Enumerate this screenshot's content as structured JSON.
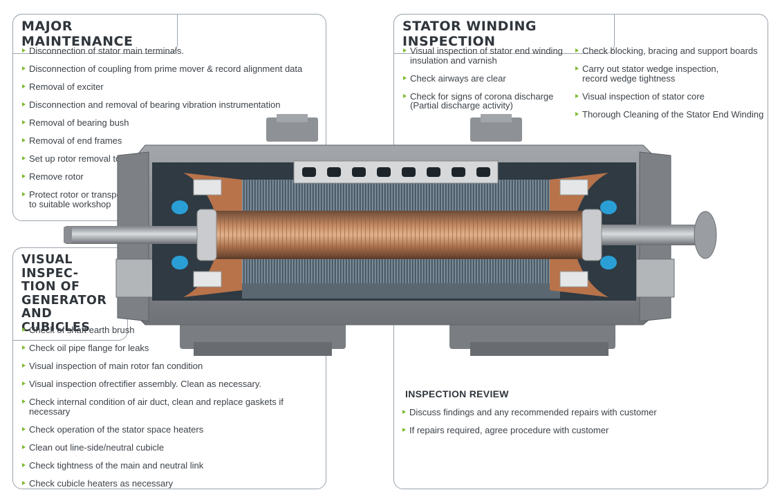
{
  "major": {
    "title": "MAJOR MAINTENANCE",
    "items": [
      "Disconnection of stator main terminals.",
      "Disconnection of coupling from prime mover & record alignment data",
      "Removal of exciter",
      "Disconnection and removal of bearing vibration instrumentation",
      "Removal of bearing bush",
      "Removal of end frames",
      "Set up rotor removal tooling",
      "Remove rotor",
      "Protect rotor or transport\nto suitable workshop"
    ]
  },
  "visual": {
    "title_lines": [
      "VISUAL INSPEC-",
      "TION OF",
      "GENERATOR",
      "AND CUBICLES"
    ],
    "items": [
      "Check of shaft earth brush",
      "Check oil pipe flange for leaks",
      "Visual inspection of main rotor fan condition",
      "Visual inspection ofrectifier assembly. Clean as necessary.",
      "Check internal condition of air duct, clean and replace gaskets if necessary",
      "Check operation of the stator space heaters",
      "Clean out line-side/neutral cubicle",
      "Check tightness of the main and neutral link",
      "Check cubicle heaters as necessary"
    ]
  },
  "stator": {
    "title": "STATOR WINDING INSPECTION",
    "col1": [
      "Visual inspection of stator end winding\ninsulation and varnish",
      "Check airways are clear",
      "Check for signs of corona discharge\n(Partial discharge activity)"
    ],
    "col2": [
      "Check blocking, bracing and support boards",
      "Carry out stator wedge inspection,\nrecord wedge tightness",
      "Visual inspection of stator core",
      "Thorough Cleaning of the Stator End Winding"
    ]
  },
  "review": {
    "title": "INSPECTION REVIEW",
    "items": [
      "Discuss findings and any recommended repairs with customer",
      "If repairs required, agree procedure with customer"
    ]
  },
  "colors": {
    "bullet": "#7dbb2e",
    "border": "#9aa3ab",
    "casing": "#8c9094",
    "copper": "#b8734a",
    "winding_blue": "#2a9fd6"
  }
}
